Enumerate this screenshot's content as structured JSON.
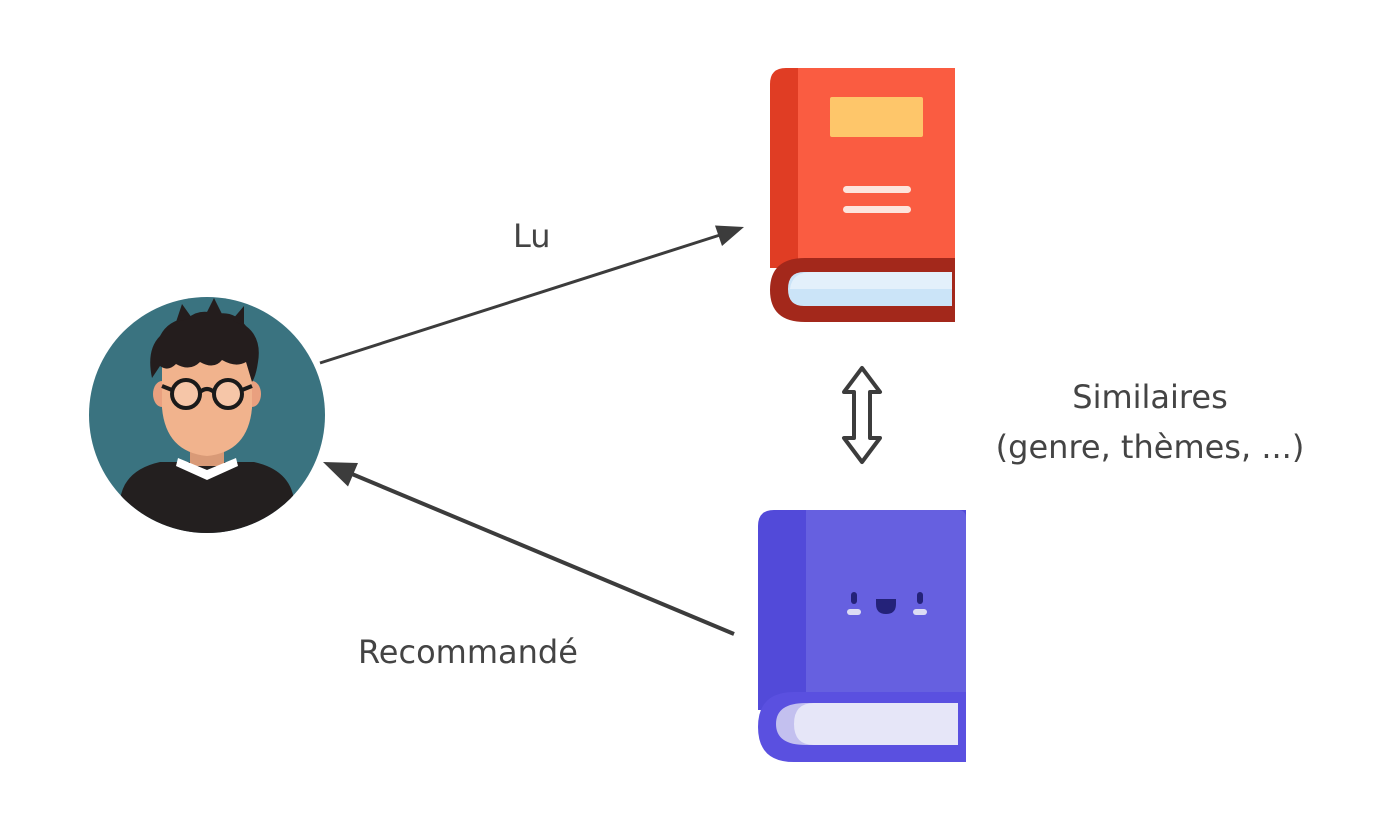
{
  "diagram": {
    "edges": {
      "read": {
        "label": "Lu"
      },
      "recommended": {
        "label": "Recommandé"
      },
      "similar": {
        "label_line1": "Similaires",
        "label_line2": "(genre, thèmes, ...)"
      }
    },
    "nodes": {
      "user": {
        "icon": "user-avatar-icon"
      },
      "read_book": {
        "icon": "red-book-icon"
      },
      "recommended_book": {
        "icon": "purple-book-icon"
      }
    },
    "colors": {
      "arrow": "#3c3c3c",
      "text": "#444444",
      "avatar_bg": "#3a7380",
      "read_book": "#fa5c41",
      "recommended_book": "#6660e0"
    }
  }
}
